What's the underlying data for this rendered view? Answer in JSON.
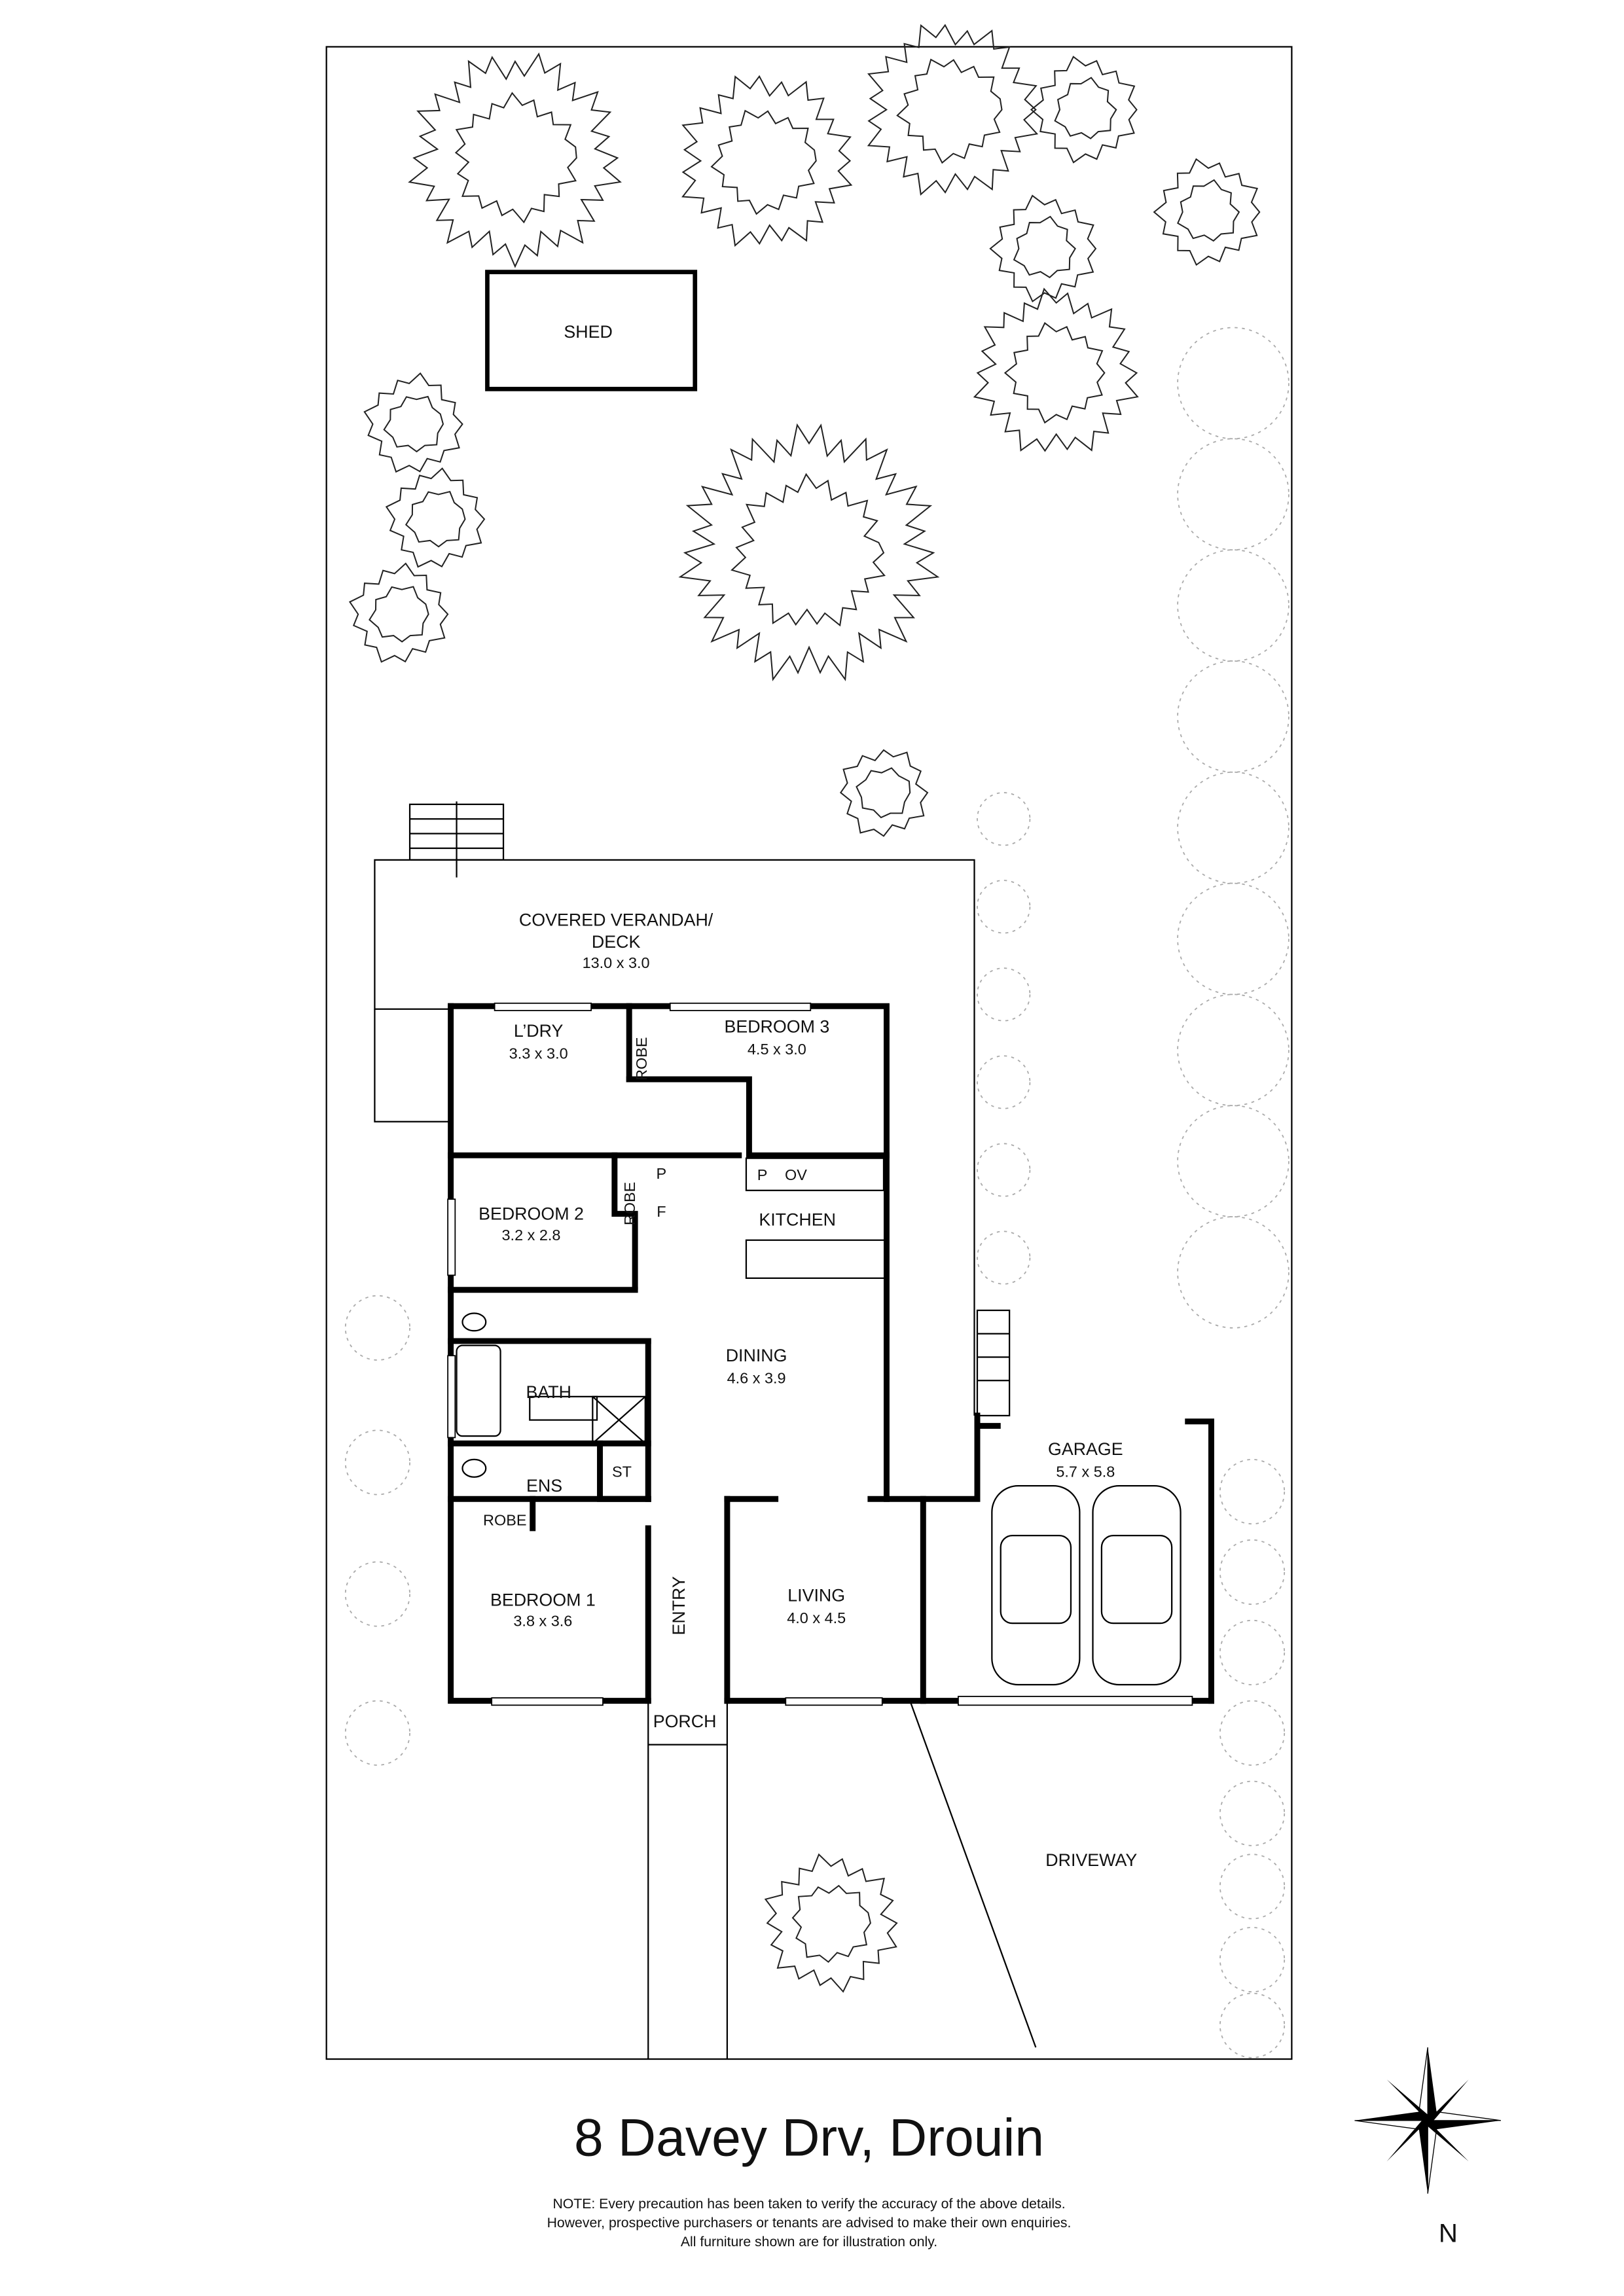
{
  "title": "8 Davey Drv, Drouin",
  "note": [
    "NOTE: Every precaution has been taken to verify the accuracy of the above details.",
    "However, prospective purchasers or tenants are advised to make their own enquiries.",
    "All furniture shown are for illustration only."
  ],
  "compass": {
    "label": "N",
    "icon": "compass-rose-icon"
  },
  "rooms": {
    "shed": {
      "name": "SHED"
    },
    "verandah": {
      "name1": "COVERED VERANDAH/",
      "name2": "DECK",
      "size": "13.0 x 3.0"
    },
    "laundry": {
      "name": "L’DRY",
      "size": "3.3 x 3.0"
    },
    "robe3": {
      "name": "ROBE"
    },
    "bedroom3": {
      "name": "BEDROOM 3",
      "size": "4.5 x 3.0"
    },
    "bedroom2": {
      "name": "BEDROOM 2",
      "size": "3.2 x 2.8"
    },
    "robe2": {
      "name": "ROBE"
    },
    "pantry1": {
      "name": "P"
    },
    "fridge": {
      "name": "F"
    },
    "pantry2": {
      "name": "P"
    },
    "oven": {
      "name": "OV"
    },
    "kitchen": {
      "name": "KITCHEN"
    },
    "dining": {
      "name": "DINING",
      "size": "4.6 x 3.9"
    },
    "bath": {
      "name": "BATH"
    },
    "store": {
      "name": "ST"
    },
    "ensuite": {
      "name": "ENS"
    },
    "robe1": {
      "name": "ROBE"
    },
    "bedroom1": {
      "name": "BEDROOM 1",
      "size": "3.8 x 3.6"
    },
    "entry": {
      "name": "ENTRY"
    },
    "living": {
      "name": "LIVING",
      "size": "4.0 x 4.5"
    },
    "garage": {
      "name": "GARAGE",
      "size": "5.7 x 5.8"
    },
    "porch": {
      "name": "PORCH"
    },
    "driveway": {
      "name": "DRIVEWAY"
    }
  }
}
